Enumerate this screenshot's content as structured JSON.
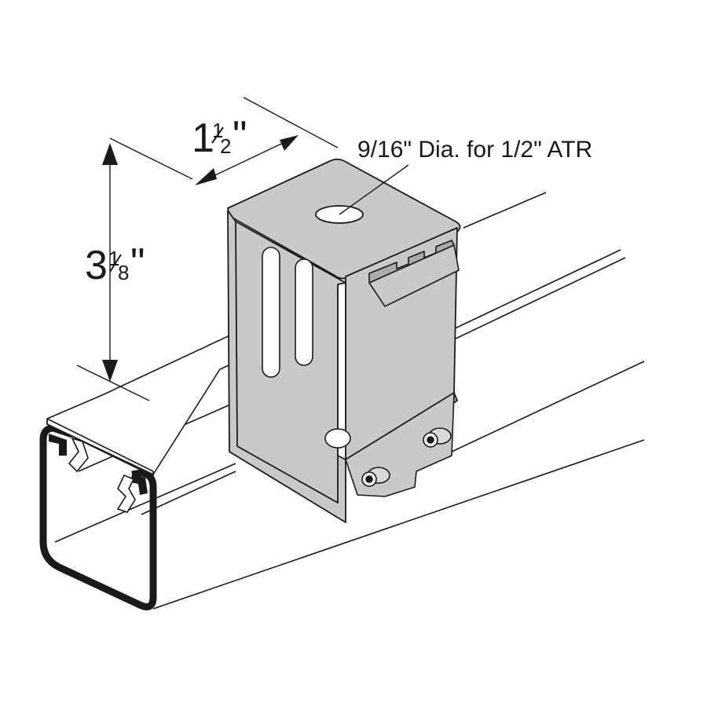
{
  "dimensions": {
    "width": {
      "whole": "1",
      "numerator": "1",
      "denominator": "2",
      "unit": "\""
    },
    "height": {
      "whole": "3",
      "numerator": "1",
      "denominator": "8",
      "unit": "\""
    }
  },
  "callout": {
    "hole_label": "9/16\" Dia. for 1/2\" ATR"
  },
  "colors": {
    "metal": "#c8c9cb",
    "metal_dark": "#a9aaad",
    "line": "#1a1a1a",
    "background": "#ffffff"
  }
}
